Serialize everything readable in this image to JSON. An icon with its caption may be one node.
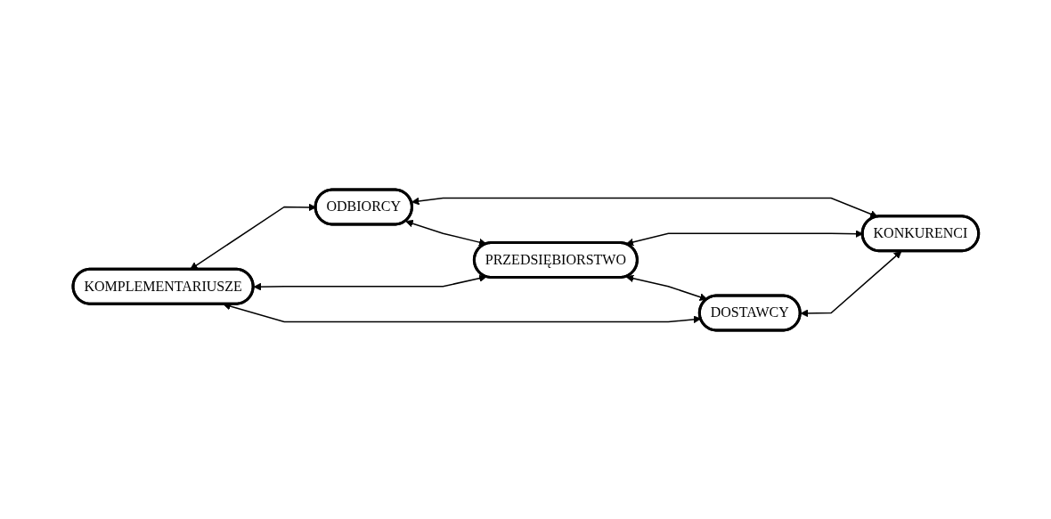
{
  "diagram": {
    "nodes": [
      {
        "text": [
          "ODBIORCY"
        ]
      },
      {
        "text": [
          "KOMPLEMENTARIUSZE"
        ]
      },
      {
        "text": [
          "PRZEDSIĘBIORSTWO"
        ]
      },
      {
        "text": [
          "KONKURENCI"
        ]
      },
      {
        "text": [
          "DOSTAWCY"
        ]
      }
    ],
    "edges": [
      {
        "from": 1,
        "to": 0,
        "arrow": "both"
      },
      {
        "from": 0,
        "to": 3,
        "arrow": "both"
      },
      {
        "from": 0,
        "to": 2,
        "arrow": "both"
      },
      {
        "from": 1,
        "to": 2,
        "arrow": "both"
      },
      {
        "from": 2,
        "to": 3,
        "arrow": "both"
      },
      {
        "from": 2,
        "to": 4,
        "arrow": "both"
      },
      {
        "from": 1,
        "to": 4,
        "arrow": "both"
      },
      {
        "from": 4,
        "to": 3,
        "arrow": "both"
      }
    ]
  }
}
